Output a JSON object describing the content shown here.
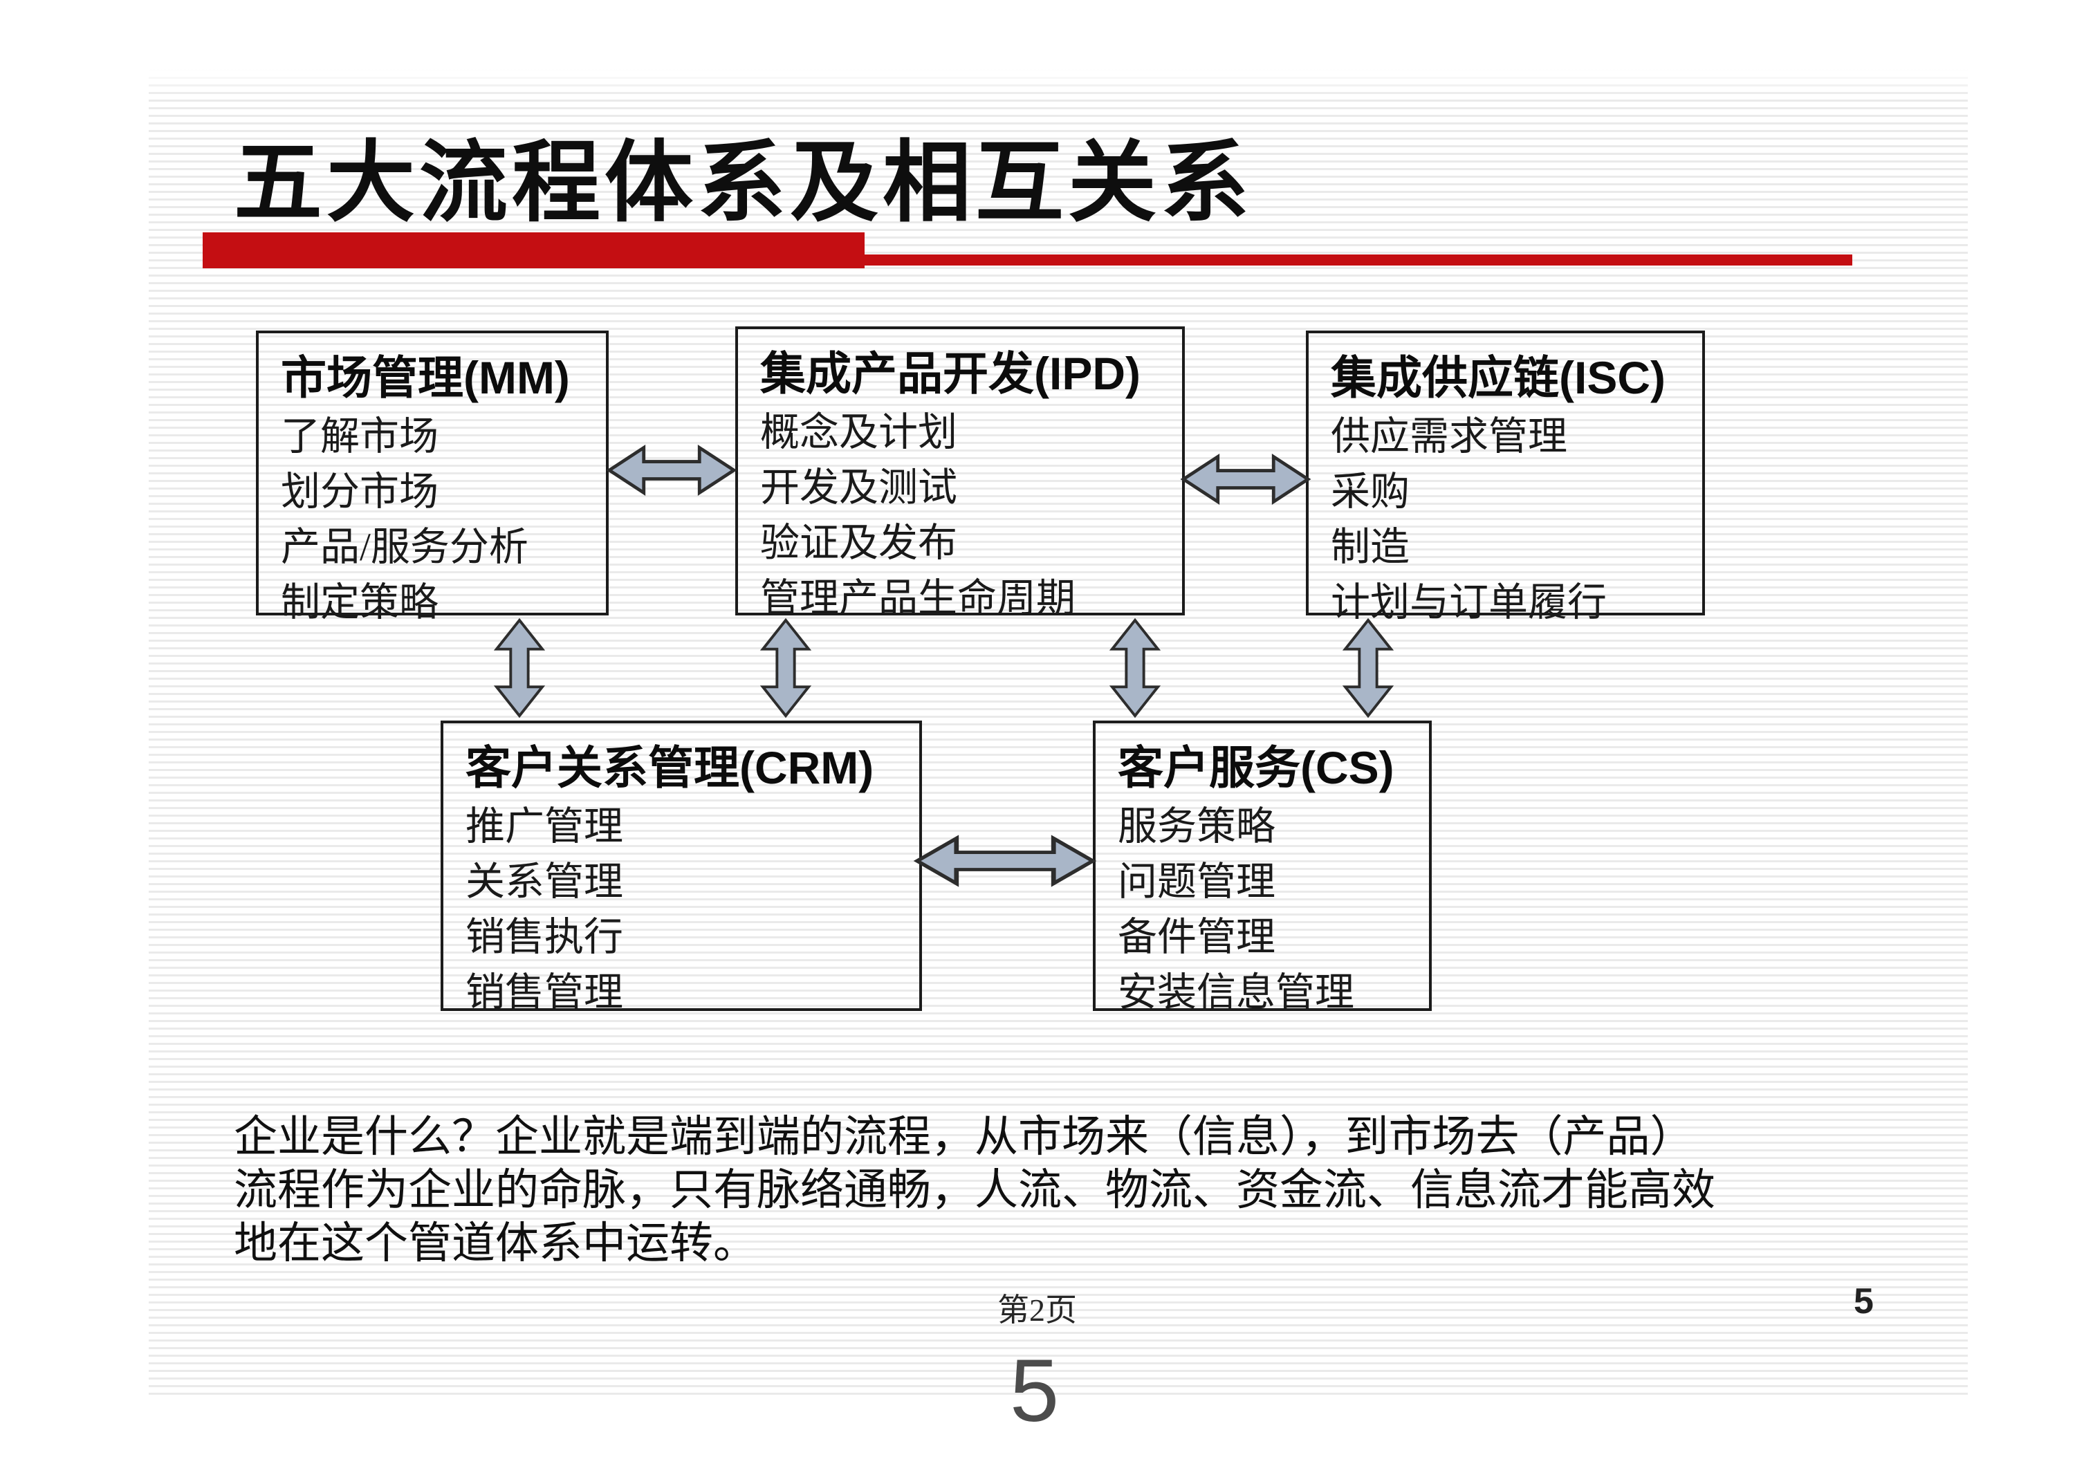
{
  "slide": {
    "title": "五大流程体系及相互关系",
    "accent_color": "#c40e12",
    "arrow_fill": "#a9b6c8",
    "arrow_outline": "#2d2d2d",
    "boxes": [
      {
        "id": "mm",
        "title": "市场管理(MM)",
        "items": [
          "了解市场",
          "划分市场",
          "产品/服务分析",
          "制定策略"
        ]
      },
      {
        "id": "ipd",
        "title": "集成产品开发(IPD)",
        "items": [
          "概念及计划",
          "开发及测试",
          "验证及发布",
          "管理产品生命周期"
        ]
      },
      {
        "id": "isc",
        "title": "集成供应链(ISC)",
        "items": [
          "供应需求管理",
          "采购",
          "制造",
          "计划与订单履行"
        ]
      },
      {
        "id": "crm",
        "title": "客户关系管理(CRM)",
        "items": [
          "推广管理",
          "关系管理",
          "销售执行",
          "销售管理"
        ]
      },
      {
        "id": "cs",
        "title": "客户服务(CS)",
        "items": [
          "服务策略",
          "问题管理",
          "备件管理",
          "安装信息管理"
        ]
      }
    ],
    "paragraph": {
      "line1": "企业是什么？企业就是端到端的流程，从市场来（信息），到市场去（产品）",
      "line2": "流程作为企业的命脉，只有脉络通畅，人流、物流、资金流、信息流才能高效",
      "line3": "地在这个管道体系中运转。"
    },
    "footer": {
      "page_label": "第2页",
      "page_number": "5",
      "big_page_number": "5"
    }
  }
}
